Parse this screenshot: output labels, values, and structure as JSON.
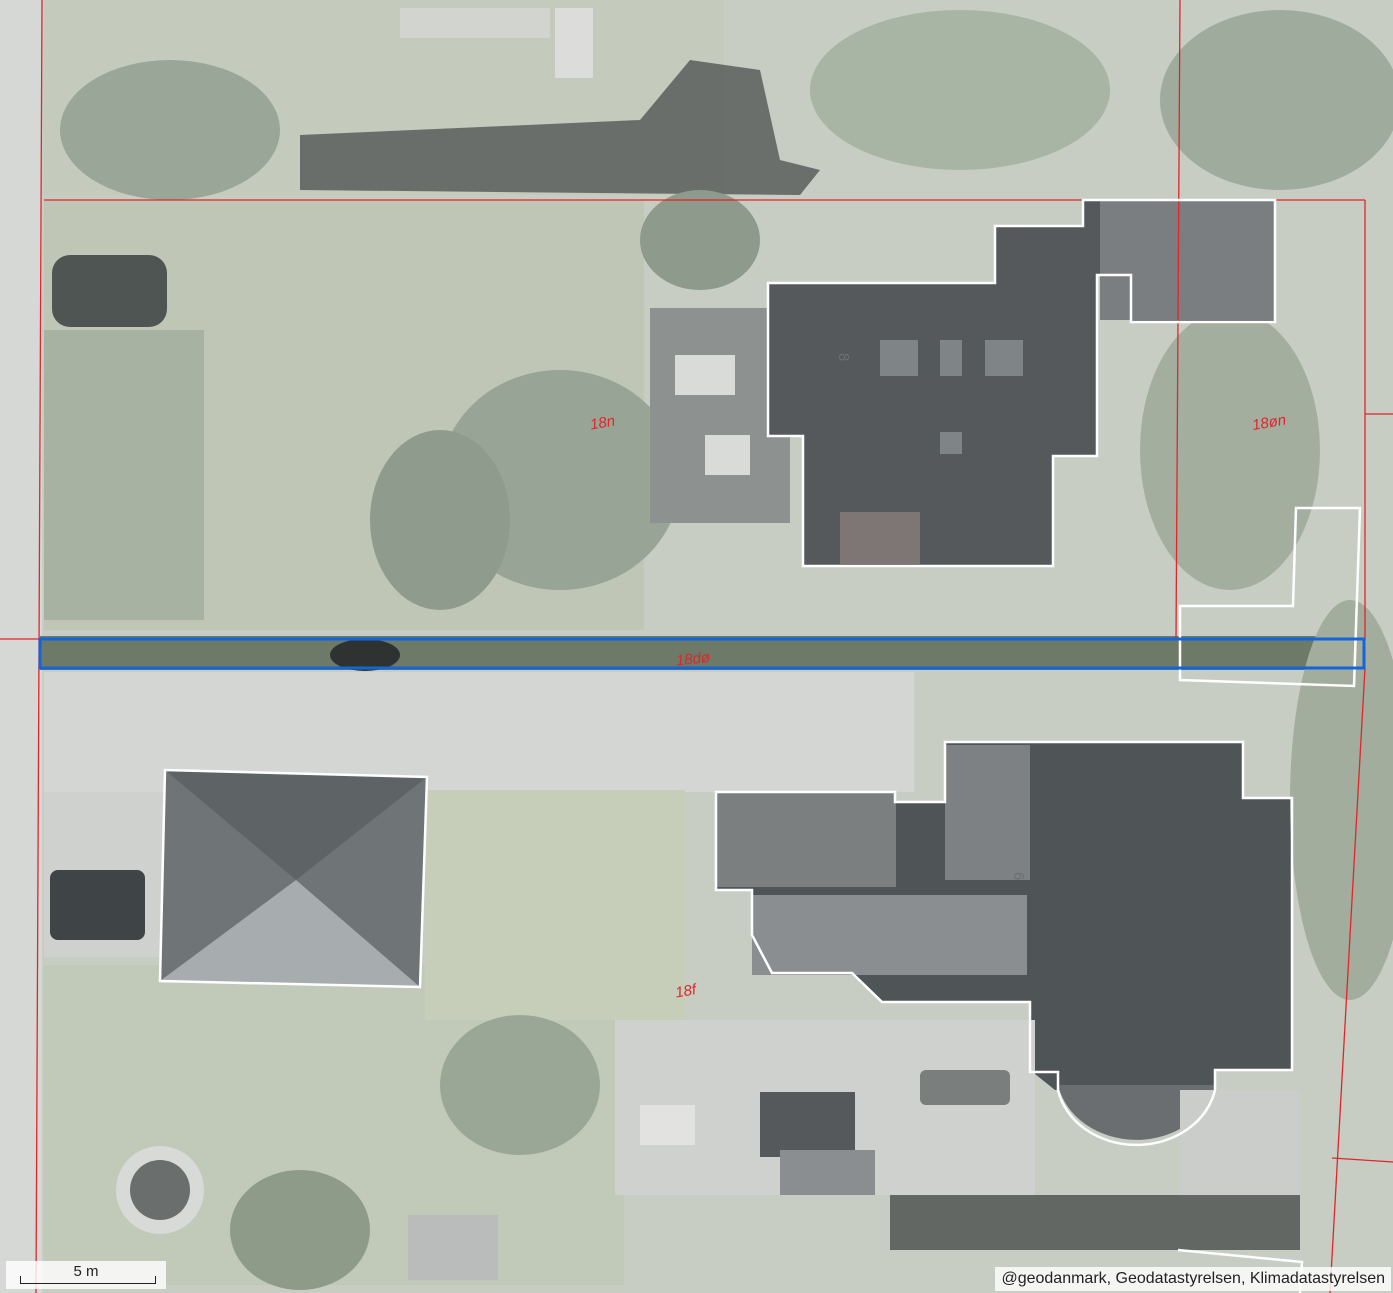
{
  "map": {
    "parcel_labels": [
      "18n",
      "18øn",
      "18dø",
      "18f"
    ],
    "house_numbers": [
      "8",
      "6"
    ],
    "selected_parcel": "18dø",
    "colors": {
      "parcel_boundary": "#e0262a",
      "building_outline": "#ffffff",
      "selected_outline": "#1565d8",
      "parcel_label": "#e0262a"
    }
  },
  "scale_bar": {
    "label": "5 m"
  },
  "attribution": "@geodanmark, Geodatastyrelsen, Klimadatastyrelsen"
}
